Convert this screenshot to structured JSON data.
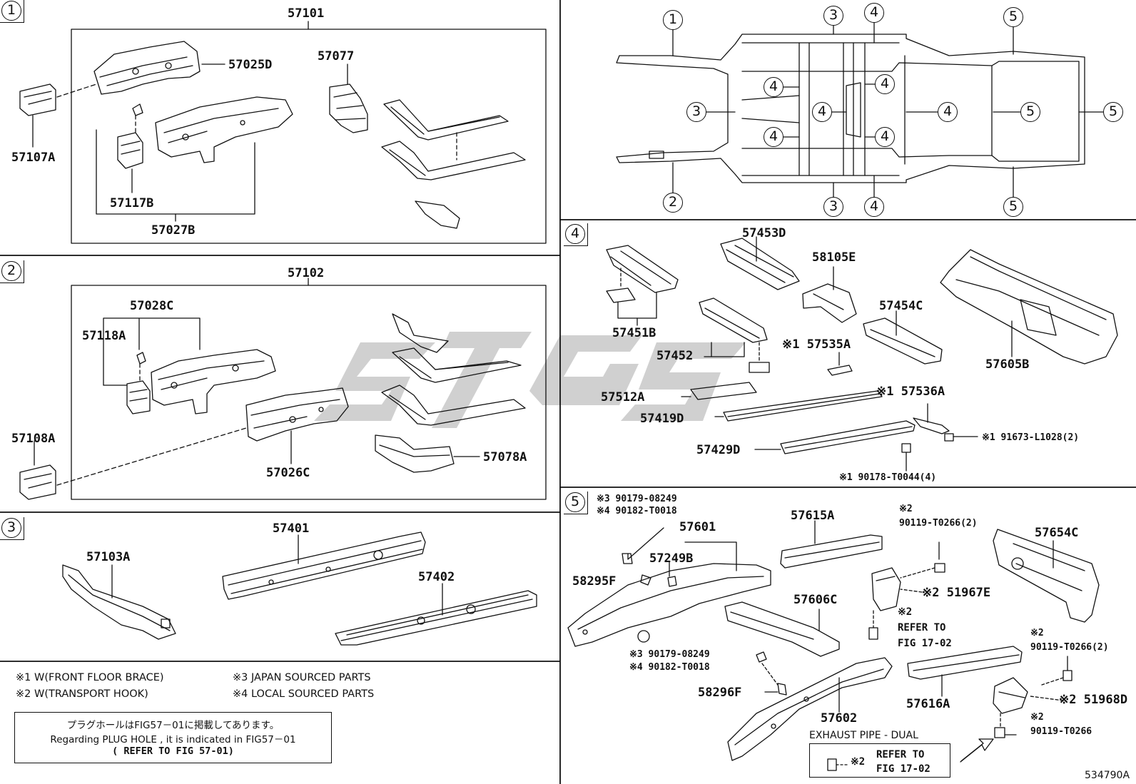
{
  "sections": {
    "s1": {
      "number": "1",
      "labels": {
        "assy": "57101",
        "p57025D": "57025D",
        "p57077": "57077",
        "p57107A": "57107A",
        "p57117B": "57117B",
        "p57027B": "57027B"
      }
    },
    "s2": {
      "number": "2",
      "labels": {
        "assy": "57102",
        "p57028C": "57028C",
        "p57118A": "57118A",
        "p57108A": "57108A",
        "p57026C": "57026C",
        "p57078A": "57078A"
      }
    },
    "s3": {
      "number": "3",
      "labels": {
        "p57103A": "57103A",
        "p57401": "57401",
        "p57402": "57402"
      }
    },
    "s4": {
      "number": "4",
      "labels": {
        "p57453D": "57453D",
        "p58105E": "58105E",
        "p57451B": "57451B",
        "p57454C": "57454C",
        "p57452": "57452",
        "p57535A": "※1 57535A",
        "p57605B": "57605B",
        "p57512A": "57512A",
        "p57536A": "※1 57536A",
        "p57419D": "57419D",
        "p91673": "※1 91673-L1028(2)",
        "p57429D": "57429D",
        "p90178": "※1 90178-T0044(4)"
      }
    },
    "s5": {
      "number": "5",
      "labels": {
        "n90179a": "※3 90179-08249",
        "n90182a": "※4 90182-T0018",
        "p57601": "57601",
        "p57615A": "57615A",
        "p57249B": "57249B",
        "p58295F": "58295F",
        "p90119a1": "※2",
        "p90119a2": "90119-T0266(2)",
        "p57654C": "57654C",
        "p51967E": "※2 51967E",
        "p57606C": "57606C",
        "refer1a": "※2",
        "refer1b": "REFER TO",
        "refer1c": "FIG 17-02",
        "n90179b": "※3 90179-08249",
        "n90182b": "※4 90182-T0018",
        "p90119b1": "※2",
        "p90119b2": "90119-T0266(2)",
        "p58296F": "58296F",
        "p57616A": "57616A",
        "p51968D": "※2 51968D",
        "p57602": "57602",
        "p90119c1": "※2",
        "p90119c2": "90119-T0266",
        "exhaust": "EXHAUST PIPE - DUAL",
        "refer2a": "※2",
        "refer2b": "REFER TO",
        "refer2c": "FIG 17-02"
      }
    }
  },
  "overview": {
    "callouts": [
      "1",
      "3",
      "4",
      "5",
      "4",
      "4",
      "3",
      "4",
      "4",
      "5",
      "5",
      "4",
      "4",
      "2",
      "3",
      "4",
      "5"
    ]
  },
  "notes": {
    "n1": "※1 W(FRONT FLOOR BRACE)",
    "n2": "※2 W(TRANSPORT HOOK)",
    "n3": "※3  JAPAN SOURCED PARTS",
    "n4": "※4  LOCAL SOURCED PARTS"
  },
  "plug_hole": {
    "jp": "プラグホールはFIG57－01に掲載してあります。",
    "en": "Regarding PLUG HOLE , it is indicated in FIG57－01",
    "ref": "( REFER TO FIG 57-01)"
  },
  "figure_id": "534790A",
  "watermark": "S T G S"
}
